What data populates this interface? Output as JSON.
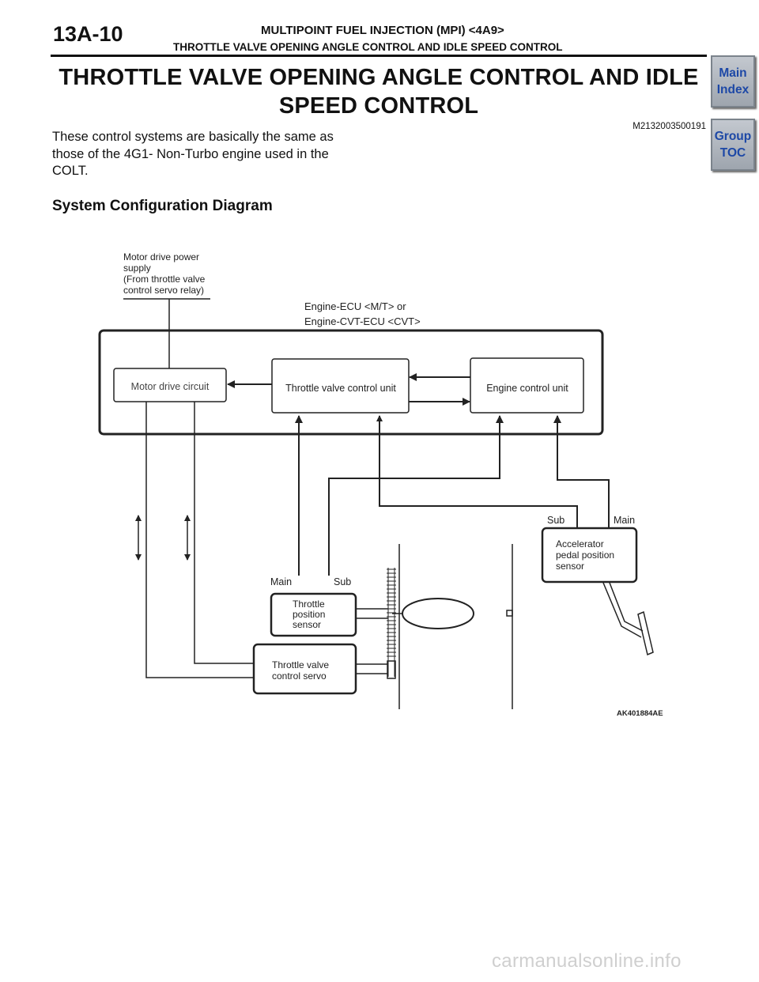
{
  "header": {
    "page_number": "13A-10",
    "section": "MULTIPOINT FUEL INJECTION (MPI) <4A9>",
    "subsection": "THROTTLE VALVE OPENING ANGLE CONTROL AND IDLE SPEED CONTROL"
  },
  "nav": {
    "main_index": [
      "Main",
      "Index"
    ],
    "group_toc": [
      "Group",
      "TOC"
    ]
  },
  "title": [
    "THROTTLE VALVE OPENING ANGLE CONTROL AND IDLE",
    "SPEED CONTROL"
  ],
  "doc_id": "M2132003500191",
  "intro": "These control systems are basically the same as those of the 4G1- Non-Turbo engine used in the COLT.",
  "diagram_heading": "System Configuration Diagram",
  "diagram": {
    "power_supply": [
      "Motor drive power",
      "supply",
      "(From throttle valve",
      "control servo relay)"
    ],
    "ecu_label": [
      "Engine-ECU <M/T> or",
      "Engine-CVT-ECU <CVT>"
    ],
    "motor_drive_circuit": "Motor drive circuit",
    "throttle_valve_control_unit": "Throttle valve control unit",
    "engine_control_unit": "Engine control  unit",
    "tps_main": "Main",
    "tps_sub": "Sub",
    "throttle_position_sensor": [
      "Throttle",
      "position",
      "sensor"
    ],
    "throttle_valve_control_servo": [
      "Throttle valve",
      "control servo"
    ],
    "apps_sub": "Sub",
    "apps_main": "Main",
    "accelerator_pedal_position_sensor": [
      "Accelerator",
      "pedal position",
      "sensor"
    ],
    "figure_code": "AK401884AE"
  },
  "watermark": "carmanualsonline.info"
}
